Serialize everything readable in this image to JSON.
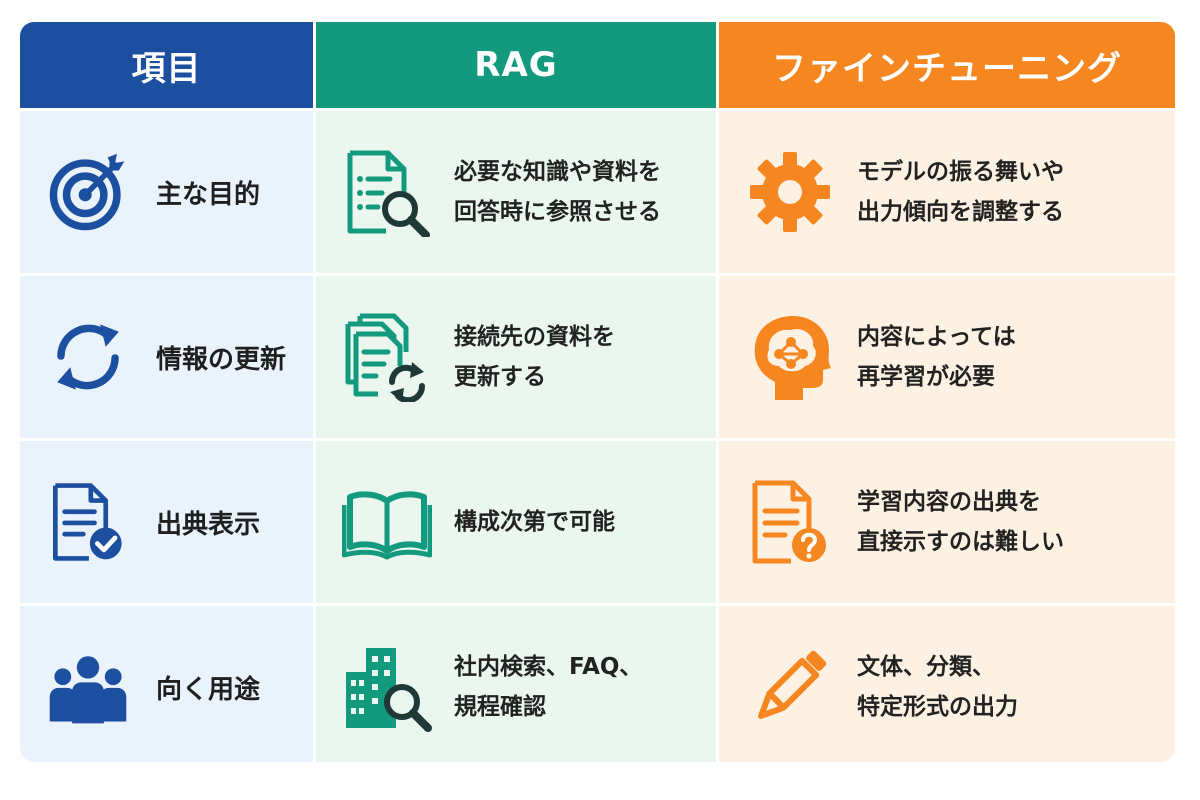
{
  "headers": {
    "item": "項目",
    "rag": "RAG",
    "finetuning": "ファインチューニング"
  },
  "rows": [
    {
      "label": "主な目的",
      "label_icon": "target-icon",
      "rag_icon": "document-search-icon",
      "rag_lines": [
        "必要な知識や資料を",
        "回答時に参照させる"
      ],
      "ft_icon": "gear-icon",
      "ft_lines": [
        "モデルの振る舞いや",
        "出力傾向を調整する"
      ]
    },
    {
      "label": "情報の更新",
      "label_icon": "refresh-icon",
      "rag_icon": "documents-refresh-icon",
      "rag_lines": [
        "接続先の資料を",
        "更新する"
      ],
      "ft_icon": "brain-head-icon",
      "ft_lines": [
        "内容によっては",
        "再学習が必要"
      ]
    },
    {
      "label": "出典表示",
      "label_icon": "document-check-icon",
      "rag_icon": "open-book-icon",
      "rag_lines": [
        "構成次第で可能"
      ],
      "ft_icon": "document-question-icon",
      "ft_lines": [
        "学習内容の出典を",
        "直接示すのは難しい"
      ]
    },
    {
      "label": "向く用途",
      "label_icon": "people-icon",
      "rag_icon": "building-search-icon",
      "rag_lines": [
        "社内検索、FAQ、",
        "規程確認"
      ],
      "ft_icon": "pencil-icon",
      "ft_lines": [
        "文体、分類、",
        "特定形式の出力"
      ]
    }
  ],
  "colors": {
    "item_header": "#1c4f9f",
    "rag_header": "#139a7e",
    "ft_header": "#f6861f",
    "item_bg": "#eaf2fb",
    "rag_bg": "#eaf6ee",
    "ft_bg": "#fdf1e4"
  }
}
